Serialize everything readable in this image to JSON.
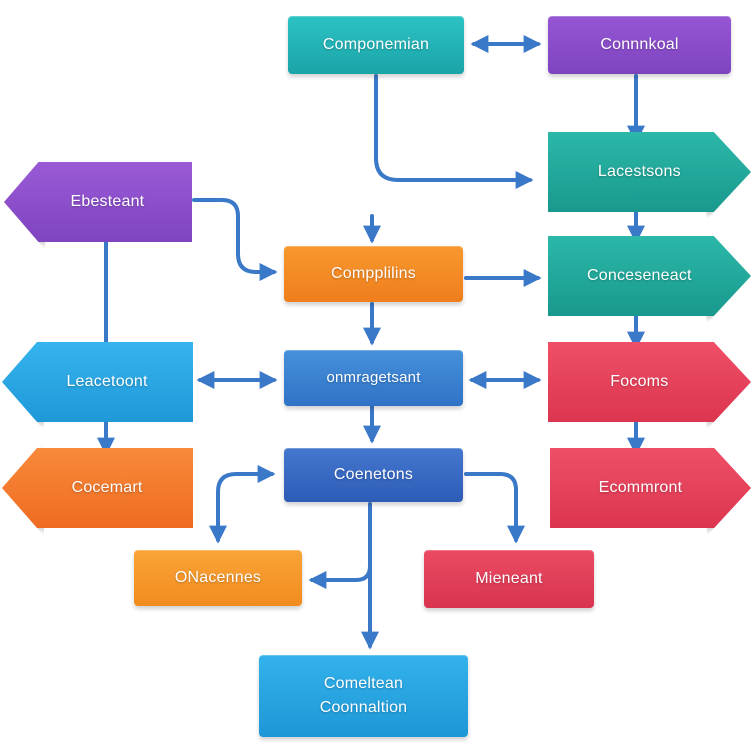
{
  "colors": {
    "connector": "#3a78c8",
    "teal": "#22b3b6",
    "purple": "#8a4ec9",
    "green_teal": "#1fa79a",
    "orange": "#f28a25",
    "sky": "#2aa8e8",
    "blue": "#3a7fd0",
    "navy": "#3868c0",
    "red": "#e9415a",
    "amber": "#f79a2a"
  },
  "nodes": {
    "componemian": {
      "label": "Componemian",
      "shape": "box",
      "color": "teal"
    },
    "connnkoal": {
      "label": "Connnkoal",
      "shape": "box",
      "color": "purple"
    },
    "lacestsons": {
      "label": "Lacestsons",
      "shape": "arrow-right",
      "color": "green_teal"
    },
    "ebesteant": {
      "label": "Ebesteant",
      "shape": "arrow-left",
      "color": "purple"
    },
    "compplilins": {
      "label": "Compplilins",
      "shape": "box",
      "color": "orange"
    },
    "conceseneact": {
      "label": "Conceseneact",
      "shape": "arrow-right",
      "color": "green_teal"
    },
    "leacetoont": {
      "label": "Leacetoont",
      "shape": "arrow-left",
      "color": "sky"
    },
    "onmragetsant": {
      "label": "onmragetsant",
      "shape": "box",
      "color": "blue"
    },
    "focoms": {
      "label": "Focoms",
      "shape": "arrow-right",
      "color": "red"
    },
    "cocemart": {
      "label": "Cocemart",
      "shape": "arrow-left",
      "color": "orange"
    },
    "coenetons": {
      "label": "Coenetons",
      "shape": "box",
      "color": "navy"
    },
    "ecommront": {
      "label": "Ecommront",
      "shape": "arrow-right",
      "color": "red"
    },
    "oncecennes": {
      "label": "ONacennes",
      "shape": "box",
      "color": "amber"
    },
    "mieneant": {
      "label": "Mieneant",
      "shape": "box",
      "color": "red"
    },
    "comeltean": {
      "label_1": "Comeltean",
      "label_2": "Coonnaltion",
      "shape": "box",
      "color": "sky"
    }
  }
}
